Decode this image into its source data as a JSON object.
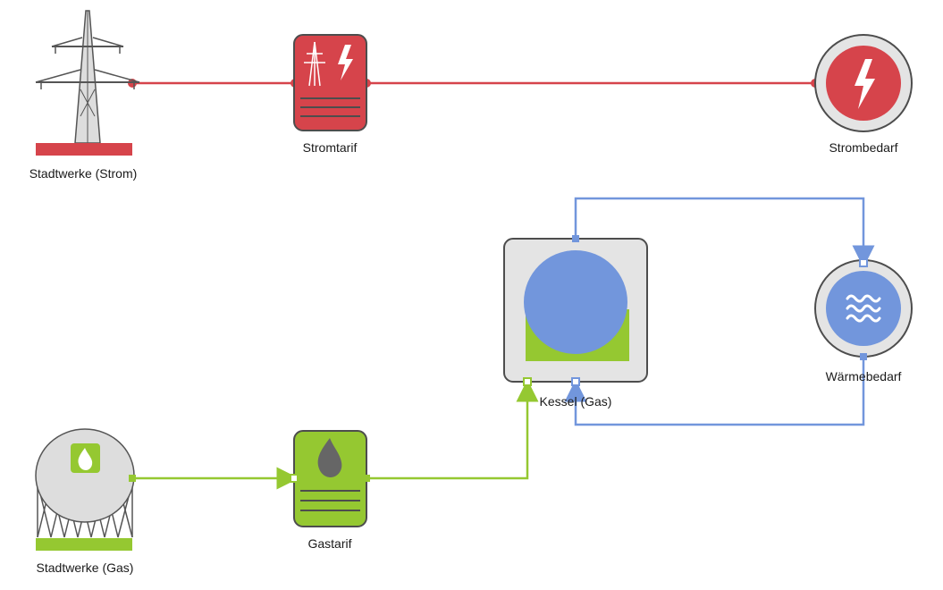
{
  "nodes": {
    "stadtwerke_strom": {
      "label": "Stadtwerke (Strom)"
    },
    "stromtarif": {
      "label": "Stromtarif"
    },
    "strombedarf": {
      "label": "Strombedarf"
    },
    "kessel_gas": {
      "label": "Kessel (Gas)"
    },
    "waermebedarf": {
      "label": "Wärmebedarf"
    },
    "stadtwerke_gas": {
      "label": "Stadtwerke (Gas)"
    },
    "gastarif": {
      "label": "Gastarif"
    }
  },
  "colors": {
    "electricity": "#d6444b",
    "gas": "#95c831",
    "heat": "#7296dc",
    "node_gray": "#e4e4e4",
    "node_border": "#4d4d4d"
  },
  "icons": {
    "pylon": "power-pylon-icon",
    "lightning": "lightning-bolt-icon",
    "flame": "flame-icon",
    "waves": "heat-waves-icon"
  }
}
